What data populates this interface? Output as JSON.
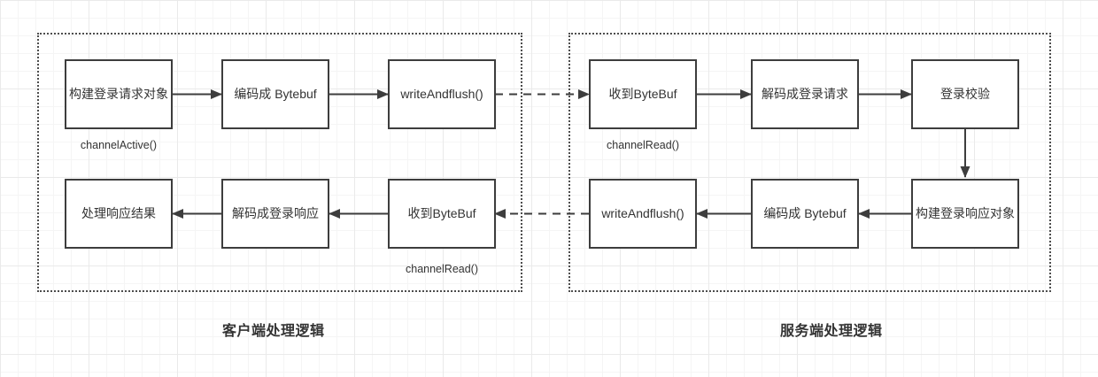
{
  "diagram": {
    "client": {
      "title": "客户端处理逻辑",
      "request_row": {
        "boxes": [
          "构建登录请求对象",
          "编码成 Bytebuf",
          "writeAndflush()"
        ],
        "annotation": "channelActive()"
      },
      "response_row": {
        "boxes": [
          "处理响应结果",
          "解码成登录响应",
          "收到ByteBuf"
        ],
        "annotation": "channelRead()"
      }
    },
    "server": {
      "title": "服务端处理逻辑",
      "request_row": {
        "boxes": [
          "收到ByteBuf",
          "解码成登录请求",
          "登录校验"
        ],
        "annotation": "channelRead()"
      },
      "response_row": {
        "boxes": [
          "writeAndflush()",
          "编码成 Bytebuf",
          "构建登录响应对象"
        ]
      }
    },
    "colors": {
      "line": "#3d3d3d",
      "text": "#333333",
      "canvas": "#ffffff"
    }
  }
}
